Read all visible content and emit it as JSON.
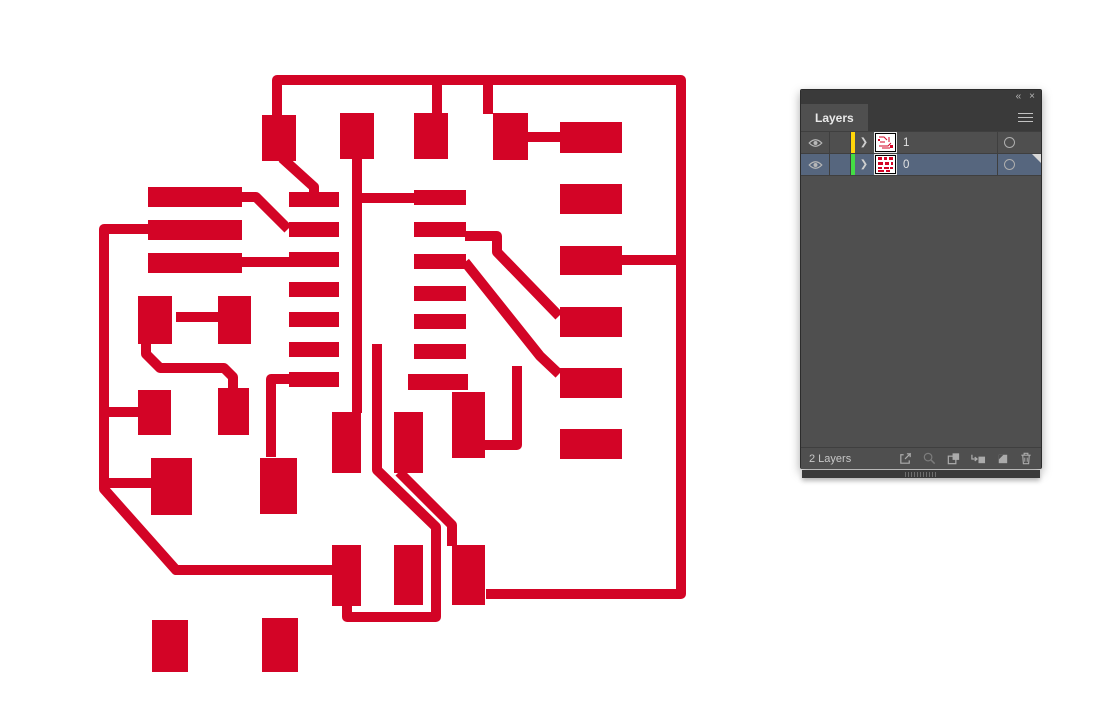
{
  "colors": {
    "red": "#D30426",
    "panel_bg": "#4F4F4F",
    "header_bg": "#3A3A3A",
    "row_selected": "#56667E",
    "separator": "#3F3F3F",
    "yellow": "#FFD60A",
    "green": "#44DD44"
  },
  "artwork": {
    "description": "red PCB trace-and-pad artwork on white artboard",
    "color": "#D30426"
  },
  "layers_panel": {
    "title_tab": "Layers",
    "titlebar_icons": {
      "collapse_glyph": "«",
      "close_glyph": "×"
    },
    "rows": [
      {
        "label": "1",
        "color_bar": "#FFD60A",
        "selected": false,
        "visible": true,
        "icons": [
          "eye-icon",
          "chevron-right-icon",
          "layer-thumbnail",
          "target-circle-icon"
        ]
      },
      {
        "label": "0",
        "color_bar": "#44DD44",
        "selected": true,
        "visible": true,
        "icons": [
          "eye-icon",
          "chevron-right-icon",
          "layer-thumbnail",
          "target-circle-icon"
        ]
      }
    ],
    "chevron_glyph": "❯",
    "footer": {
      "status": "2 Layers",
      "icons": [
        "collect-for-export-icon",
        "locate-object-icon",
        "make-clipping-mask-icon",
        "create-sublayer-icon",
        "create-new-layer-icon",
        "delete-selection-icon"
      ]
    }
  }
}
